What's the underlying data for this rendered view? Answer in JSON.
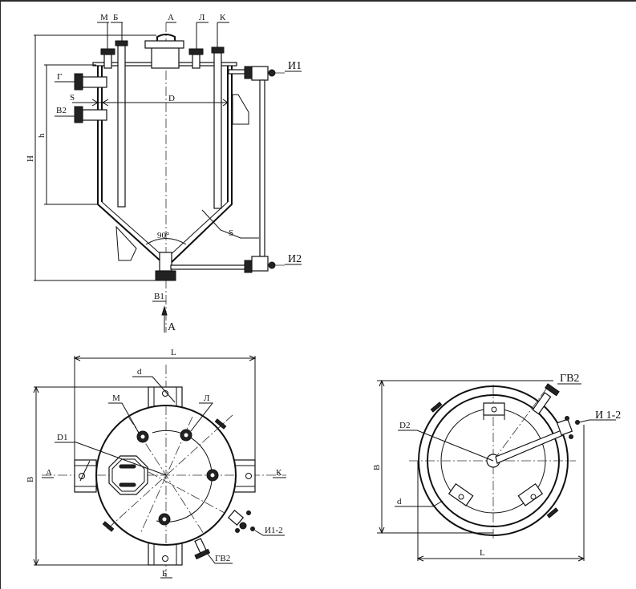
{
  "front_view": {
    "top_labels": {
      "m": "М",
      "b": "Б",
      "a": "А",
      "l": "Л",
      "k": "К"
    },
    "dims": {
      "H": "H",
      "h": "h",
      "S": "S",
      "D": "D",
      "S_cone": "S",
      "angle": "90°"
    },
    "side_nozzles": {
      "g": "Г",
      "v2": "В2"
    },
    "gauge": {
      "i1": "И1",
      "i2": "И2"
    },
    "bottom": {
      "v1": "В1",
      "view_arrow": "А"
    }
  },
  "top_view_a": {
    "dims": {
      "L": "L",
      "B": "B",
      "d": "d",
      "D1": "D1"
    },
    "labels": {
      "m": "М",
      "l": "Л",
      "a": "А",
      "k": "К",
      "b": "Б",
      "gv2": "ГВ2",
      "i12": "И1-2"
    }
  },
  "top_view_b": {
    "dims": {
      "L": "L",
      "B": "B",
      "d": "d",
      "D2": "D2"
    },
    "labels": {
      "gv2": "ГВ2",
      "i12": "И 1-2"
    }
  }
}
